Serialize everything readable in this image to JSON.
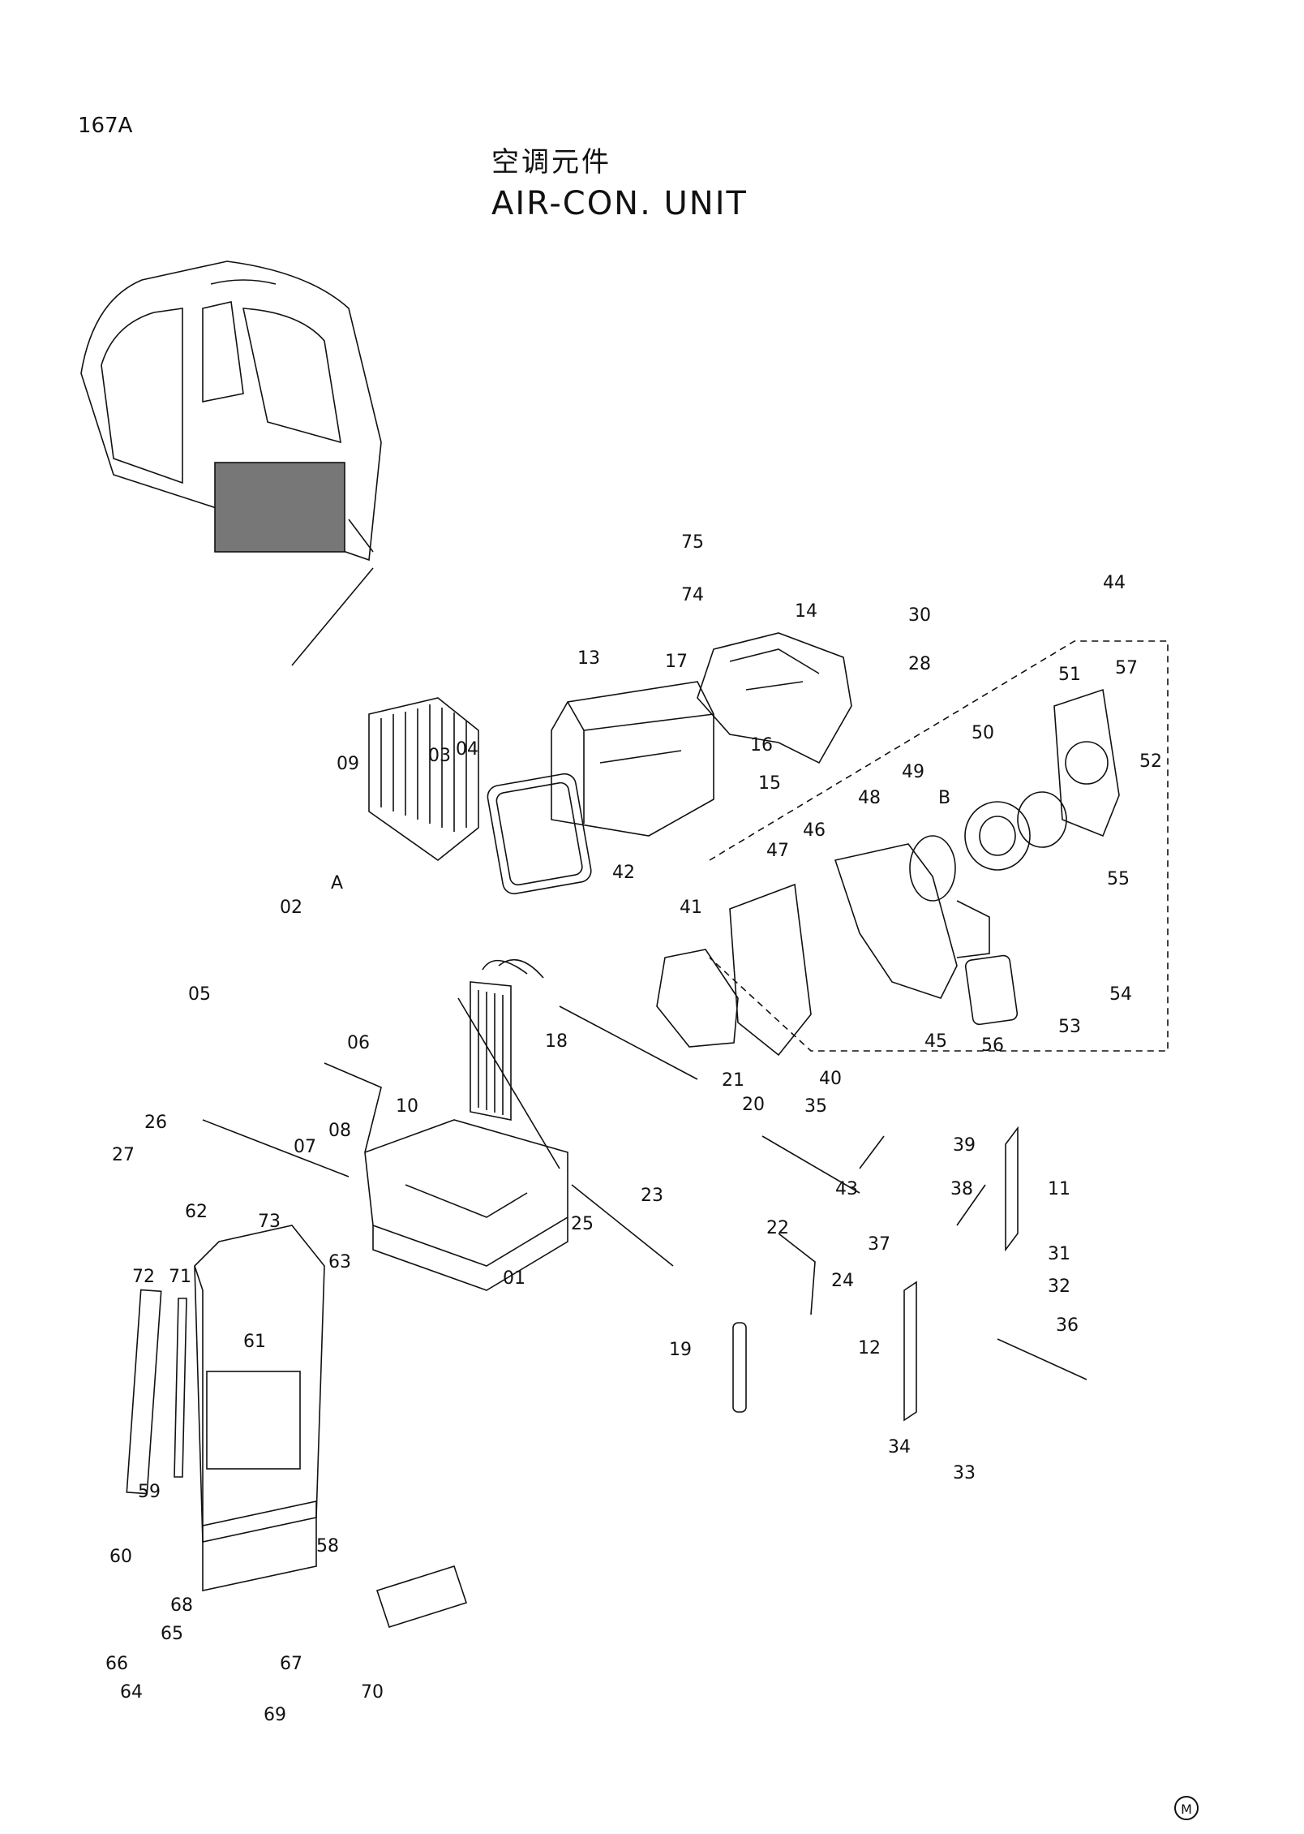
{
  "page_number": "167A",
  "title_cn": "空调元件",
  "title_en": "AIR-CON.  UNIT",
  "mark": "M",
  "callouts": [
    "75",
    "74",
    "14",
    "30",
    "28",
    "44",
    "57",
    "52",
    "51",
    "50",
    "13",
    "17",
    "16",
    "15",
    "09",
    "03",
    "04",
    "49",
    "48",
    "47",
    "46",
    "55",
    "42",
    "02",
    "41",
    "05",
    "06",
    "18",
    "21",
    "20",
    "40",
    "35",
    "39",
    "26",
    "27",
    "10",
    "07",
    "08",
    "25",
    "23",
    "22",
    "43",
    "38",
    "11",
    "37",
    "31",
    "32",
    "36",
    "24",
    "19",
    "12",
    "62",
    "73",
    "63",
    "72",
    "71",
    "61",
    "34",
    "33",
    "59",
    "60",
    "58",
    "68",
    "65",
    "64",
    "66",
    "67",
    "69",
    "70",
    "01",
    "45",
    "56",
    "53",
    "54"
  ],
  "ref_letters": [
    "A",
    "B"
  ]
}
